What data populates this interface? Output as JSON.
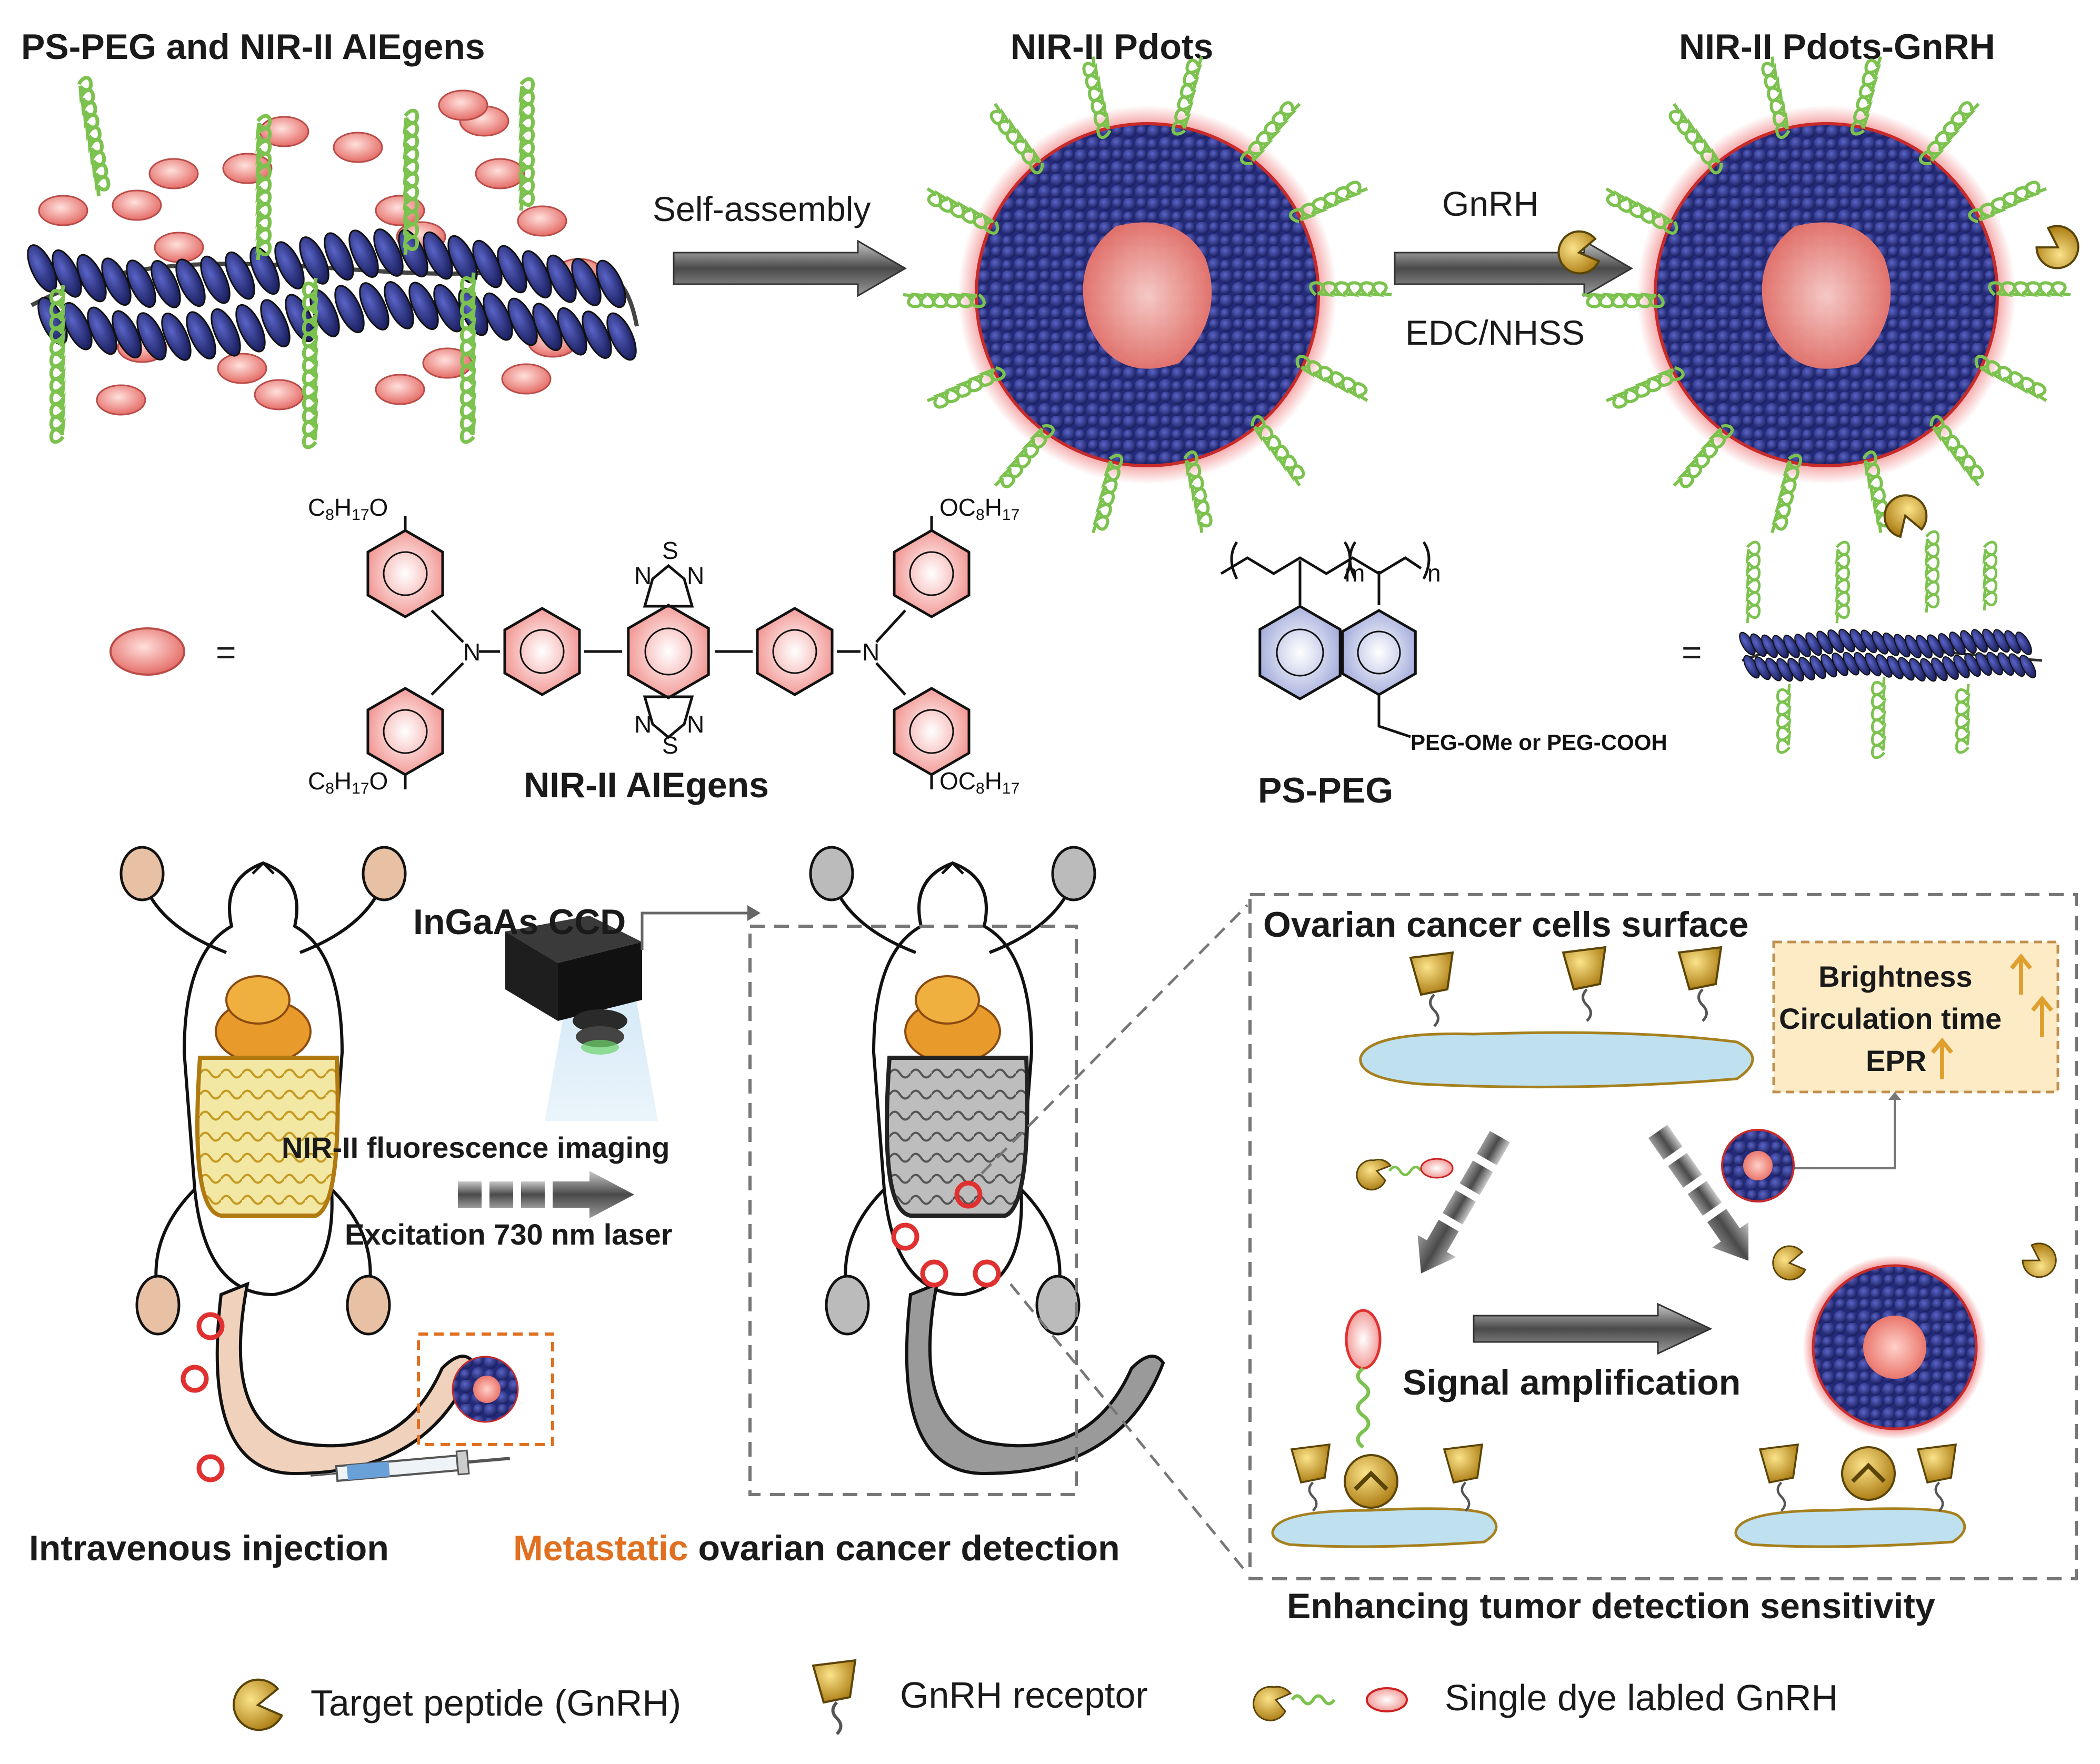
{
  "headings": {
    "top_left": "PS-PEG and NIR-II AIEgens",
    "top_mid": "NIR-II Pdots",
    "top_right": "NIR-II Pdots-GnRH"
  },
  "arrows": {
    "self_assembly": "Self-assembly",
    "gnrh": "GnRH",
    "edc": "EDC/NHSS"
  },
  "chemistry": {
    "equals": "=",
    "aie_name": "NIR-II AIEgens",
    "ps_peg_name": "PS-PEG",
    "peg_label": "PEG-OMe or PEG-COOH",
    "m": "m",
    "n": "n",
    "N": "N",
    "S": "S",
    "c8_prefix": "C",
    "c8_sub1": "8",
    "c8_mid": "H",
    "c8_sub2": "17",
    "c8_O": "O",
    "O_prefix": "OC"
  },
  "imaging": {
    "ccd": "InGaAs CCD",
    "fluorescence": "NIR-II fluorescence imaging",
    "excitation": "Excitation 730 nm laser",
    "iv_injection": "Intravenous injection",
    "metastatic": "Metastatic",
    "detection_rest": " ovarian cancer detection"
  },
  "panel": {
    "title": "Ovarian cancer cells surface",
    "brightness": "Brightness",
    "circulation": "Circulation time",
    "epr": "EPR",
    "signal": "Signal amplification",
    "caption": "Enhancing tumor detection sensitivity"
  },
  "legend": {
    "peptide": "Target peptide (GnRH)",
    "receptor": "GnRH receptor",
    "single_dye": "Single dye labled GnRH"
  },
  "colors": {
    "navy": "#2a2f80",
    "pink": "#f0a09c",
    "green": "#7cc24e",
    "gold": "#c9a227",
    "orange": "#e07020",
    "lightblue": "#bfe0ef"
  }
}
